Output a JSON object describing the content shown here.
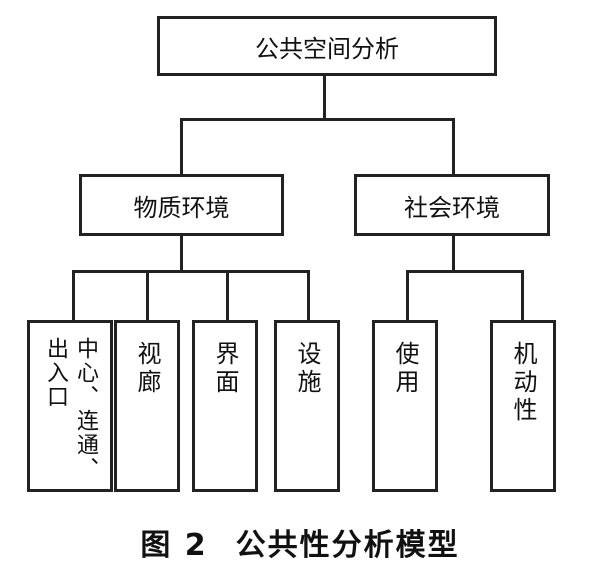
{
  "diagram": {
    "root": "公共空间分析",
    "branches": [
      {
        "label": "物质环境",
        "children": [
          "中心、连通、出入口",
          "视廊",
          "界面",
          "设施"
        ]
      },
      {
        "label": "社会环境",
        "children": [
          "使用",
          "机动性"
        ]
      }
    ]
  },
  "caption": {
    "figure": "图 2",
    "title": "公共性分析模型"
  }
}
